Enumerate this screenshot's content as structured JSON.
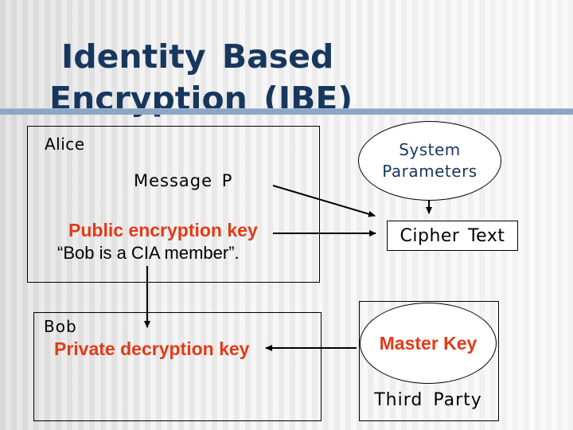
{
  "slide": {
    "title": "Identity Based Encryption (IBE)",
    "colors": {
      "title_navy": "#17375E",
      "accent_red": "#E23A17",
      "divider_blue": "#8CA6C5"
    }
  },
  "diagram": {
    "alice_box": {
      "label": "Alice",
      "message": "Message P",
      "public_key_label": "Public encryption key",
      "identity_string": "“Bob is a CIA member”."
    },
    "system_parameters": {
      "label": "System Parameters"
    },
    "cipher_text": {
      "label": "Cipher Text"
    },
    "bob_box": {
      "label": "Bob",
      "private_key_label": "Private decryption key"
    },
    "third_party": {
      "master_key_label": "Master Key",
      "label": "Third Party"
    }
  }
}
